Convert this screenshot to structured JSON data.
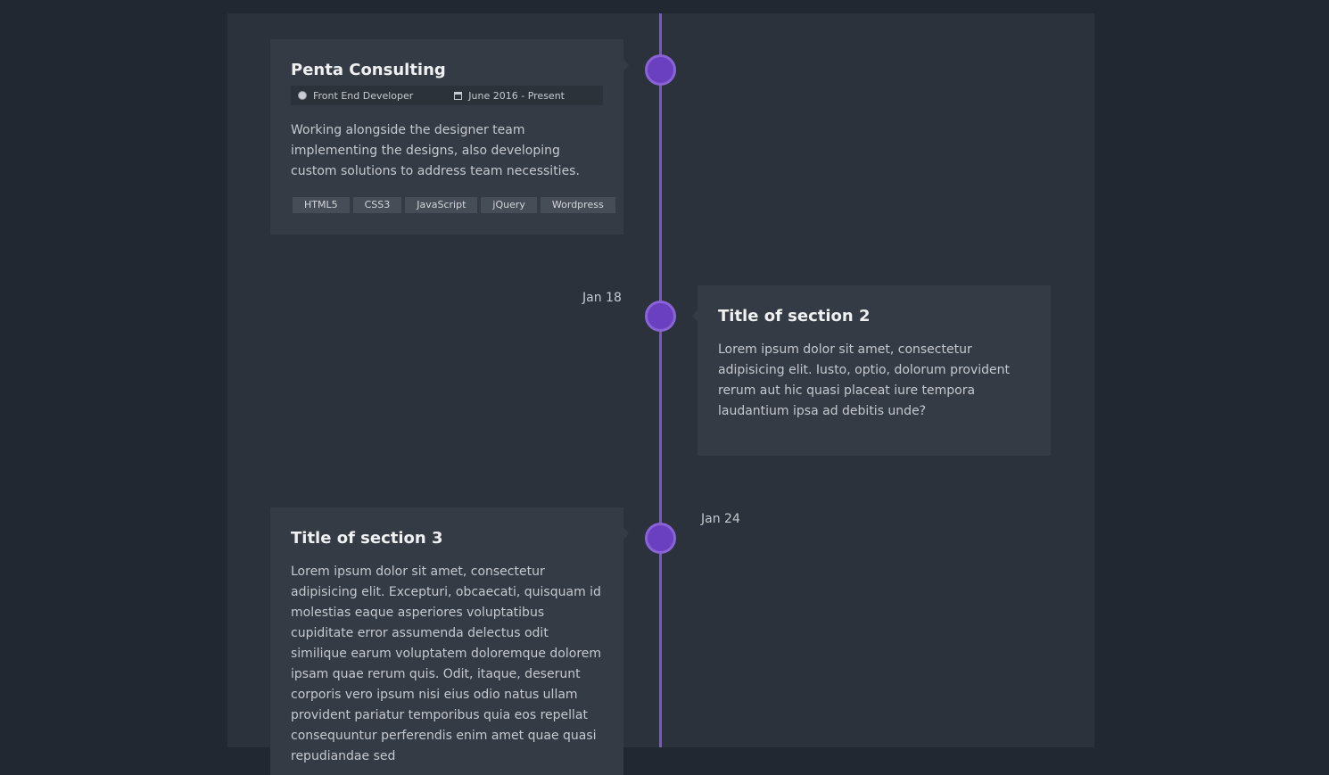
{
  "accent": "#7a57c8",
  "entries": [
    {
      "title": "Penta Consulting",
      "role": "Front End Developer",
      "period": "June 2016 - Present",
      "description": "Working alongside the designer team implementing the designs, also developing custom solutions to address team necessities.",
      "tags": [
        "HTML5",
        "CSS3",
        "JavaScript",
        "jQuery",
        "Wordpress"
      ]
    },
    {
      "date": "Jan 18",
      "title": "Title of section 2",
      "text": "Lorem ipsum dolor sit amet, consectetur adipisicing elit. Iusto, optio, dolorum provident rerum aut hic quasi placeat iure tempora laudantium ipsa ad debitis unde?"
    },
    {
      "date": "Jan 24",
      "title": "Title of section 3",
      "text": "Lorem ipsum dolor sit amet, consectetur adipisicing elit. Excepturi, obcaecati, quisquam id molestias eaque asperiores voluptatibus cupiditate error assumenda delectus odit similique earum voluptatem doloremque dolorem ipsam quae rerum quis. Odit, itaque, deserunt corporis vero ipsum nisi eius odio natus ullam provident pariatur temporibus quia eos repellat consequuntur perferendis enim amet quae quasi repudiandae sed"
    }
  ]
}
